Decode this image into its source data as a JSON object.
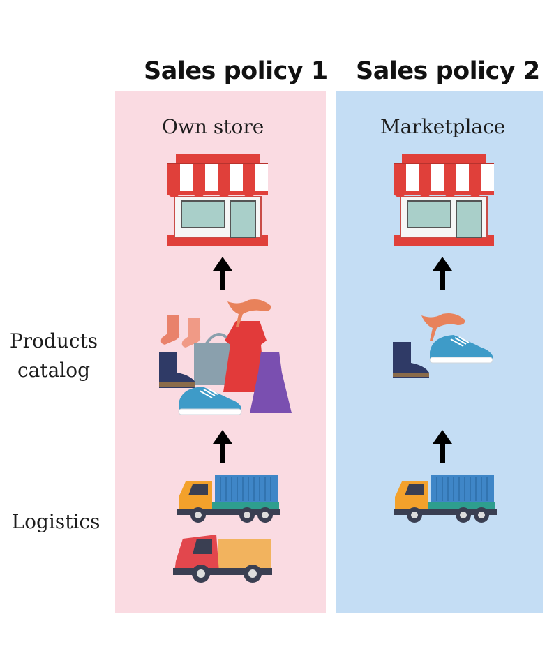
{
  "columns": [
    {
      "title": "Sales policy 1",
      "subtitle": "Own store"
    },
    {
      "title": "Sales policy 2",
      "subtitle": "Marketplace"
    }
  ],
  "row_labels": {
    "products_line1": "Products",
    "products_line2": "catalog",
    "logistics": "Logistics"
  },
  "colors": {
    "panel1_bg": "#fadbe2",
    "panel2_bg": "#c4ddf4",
    "awning_red": "#e0403a",
    "truck_blue": "#3f86c7",
    "truck_orange": "#f3a12b"
  }
}
